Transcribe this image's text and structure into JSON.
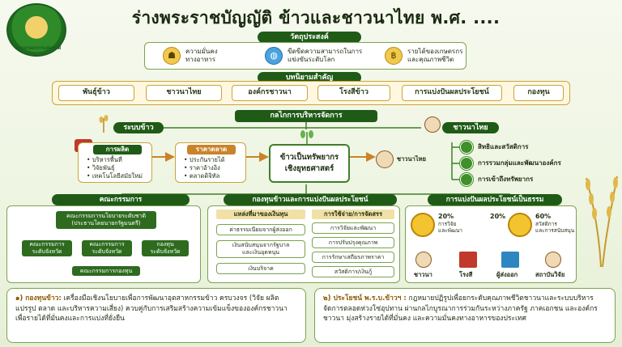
{
  "header": {
    "title": "ร่างพระราชบัญญัติ ข้าวและชาวนาไทย พ.ศ. ....",
    "logo_text": "สภาเกษตรกรแห่งชาติ"
  },
  "objectives": {
    "heading": "วัตถุประสงค์",
    "items": [
      {
        "text": "ความมั่นคง\nทางอาหาร",
        "icon": "rice-bowl-icon"
      },
      {
        "text": "ขีดขีดความสามารถในการ\nแข่งขันระดับโลก",
        "icon": "globe-icon"
      },
      {
        "text": "รายได้ของเกษตรกร\nและคุณภาพชีวิต",
        "icon": "money-hand-icon"
      }
    ]
  },
  "definitions": {
    "heading": "บทนิยามสำคัญ",
    "items": [
      "พันธุ์ข้าว",
      "ชาวนาไทย",
      "องค์กรชาวนา",
      "โรงสีข้าว",
      "การแบ่งปันผลประโยชน์",
      "กองทุน"
    ]
  },
  "mechanism": {
    "heading": "กลไกการบริหารจัดการ",
    "rice_system": "ระบบข้าว",
    "production": {
      "title": "การผลิต",
      "items": [
        "บริหารพื้นที่",
        "วิจัยพันธุ์",
        "เทคโนโลยีสมัยใหม่"
      ]
    },
    "market_price": {
      "title": "ราคาตลาด",
      "items": [
        "ประกันรายได้",
        "ราคาอ้างอิง",
        "ตลาดดิจิทัล"
      ]
    },
    "center": "ข้าวเป็นทรัพยากร\nเชิงยุทธศาสตร์",
    "farmer_label": "ชาวนาไทย",
    "farmer_side": "ชาวนาไทย",
    "rights": [
      "สิทธิและสวัสดิการ",
      "การรวมกลุ่มและพัฒนาองค์กร",
      "การเข้าถึงทรัพยากร"
    ]
  },
  "committee": {
    "heading": "คณะกรรมการ",
    "national": "คณะกรรมการนโยบายระดับชาติ\n(ประธานโดยนายกรัฐมนตรี)",
    "provincial": "คณะกรรมการ\nระดับจังหวัด",
    "district": "คณะกรรมการ\nระดับจังหวัด",
    "sub": "กองทุน\nระดับจังหวัด",
    "fund_committee": "คณะกรรมการกองทุน"
  },
  "fund": {
    "heading": "กองทุนข้าวและการแบ่งปันผลประโยชน์",
    "sources_heading": "แหล่งที่มาของเงินทุน",
    "sources": [
      "ค่าธรรมเนียมจากผู้ส่งออก",
      "เงินสนับสนุนจากรัฐบาล\nและเงินอุดหนุน",
      "เงินบริจาค"
    ],
    "uses_heading": "การใช้จ่าย/การจัดสรร",
    "uses": [
      "การวิจัยและพัฒนา",
      "การปรับปรุงคุณภาพ",
      "การรักษาเสถียรภาพราคา",
      "สวัสดิการ/เงินกู้"
    ]
  },
  "sharing": {
    "heading": "การแบ่งปันผลประโยชน์เป็นธรรม",
    "segments": [
      {
        "pct": "20%",
        "label": "การวิจัย\nและพัฒนา"
      },
      {
        "pct": "20%",
        "label": ""
      },
      {
        "pct": "60%",
        "label": "สวัสดิการ\nและการสนับสนุน"
      }
    ],
    "actors": [
      "ชาวนา",
      "โรงสี",
      "ผู้ส่งออก",
      "สถาบันวิจัย"
    ]
  },
  "notes": [
    {
      "label": "๑) กองทุนข้าว:",
      "text": "เครื่องมือเชิงนโยบายเพื่อการพัฒนาอุตสาหกรรมข้าว ครบวงจร (วิจัย ผลิต แปรรูป ตลาด และบริหารความเสี่ยง) ควบคู่กับการเสริมสร้างความเข้มแข็งขององค์กรชาวนา เพื่อรายได้ที่มั่นคงและการแบ่งที่ยั่งยืน"
    },
    {
      "label": "๒) ประโยชน์ พ.ร.บ.ข้าวฯ :",
      "text": "กฎหมายปฏิรูปเพื่อยกระดับคุณภาพชีวิตชาวนาและระบบบริหารจัดการตลอดห่วงโซ่อุปทาน ผ่านกลไกบูรณาการร่วมกันระหว่างภาครัฐ ภาคเอกชน และองค์กรชาวนา มุ่งสร้างรายได้ที่มั่นคง และความมั่นคงทางอาหารของประเทศ"
    }
  ],
  "colors": {
    "primary": "#1f5b17",
    "accent": "#c9a43a",
    "border": "#7aa34e"
  }
}
